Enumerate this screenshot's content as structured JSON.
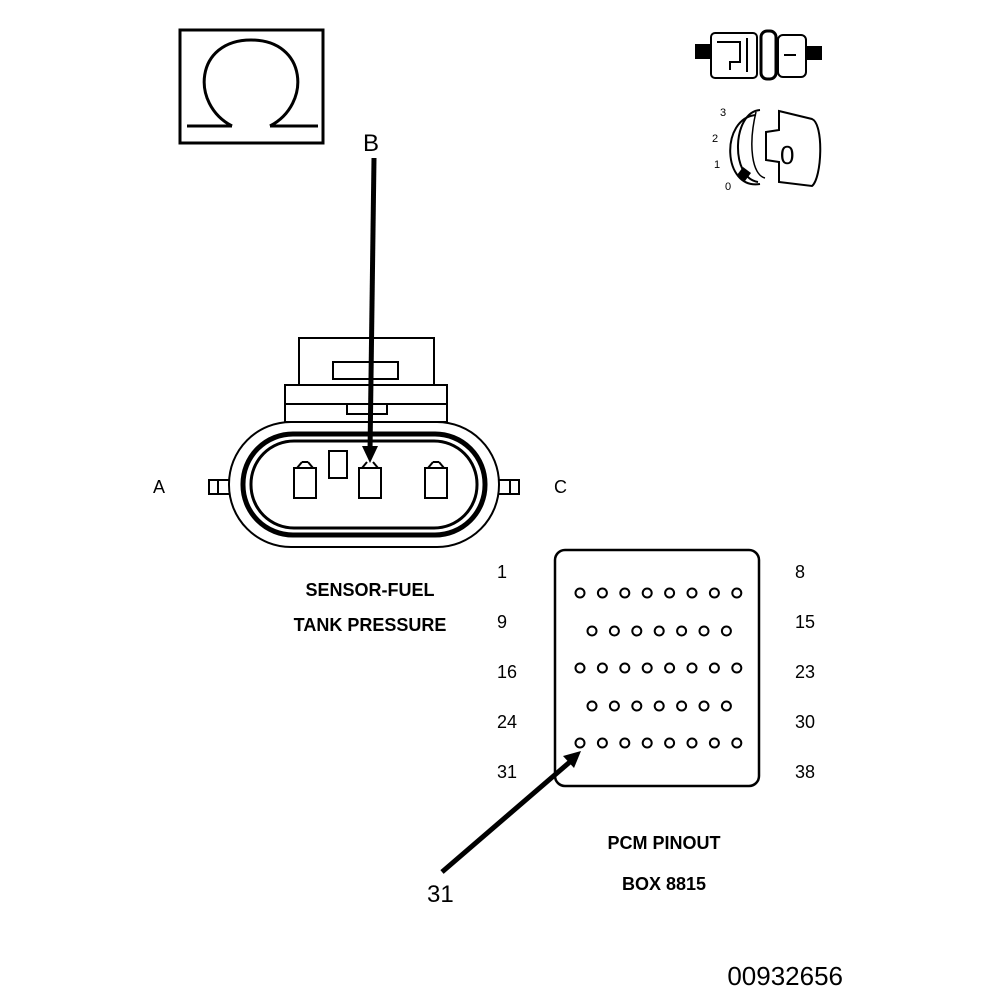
{
  "ohmmeter": {
    "symbol": "Ω"
  },
  "ignition_key": {
    "positions": [
      "3",
      "2",
      "1",
      "0"
    ],
    "key_label": "0"
  },
  "callouts": {
    "terminal_b": "B",
    "pin_31": "31"
  },
  "connector": {
    "terminal_a": "A",
    "terminal_c": "C",
    "title_line1": "SENSOR-FUEL",
    "title_line2": "TANK PRESSURE"
  },
  "pcm": {
    "row_start_labels": [
      "1",
      "9",
      "16",
      "24",
      "31"
    ],
    "row_end_labels": [
      "8",
      "15",
      "23",
      "30",
      "38"
    ],
    "row_pin_counts": [
      8,
      7,
      8,
      7,
      8
    ],
    "title_line1": "PCM PINOUT",
    "title_line2": "BOX 8815"
  },
  "figure_id": "00932656"
}
